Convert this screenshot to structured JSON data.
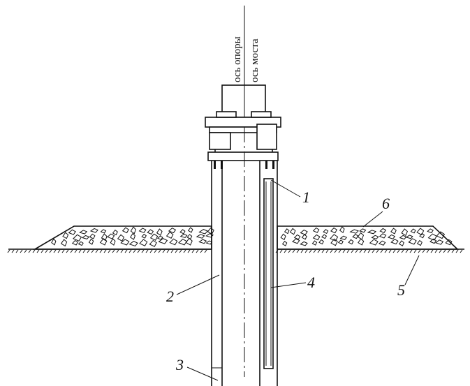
{
  "axes": {
    "support_axis": "ось опоры",
    "bridge_axis": "ось моста"
  },
  "callouts": [
    {
      "id": "1",
      "label": "1"
    },
    {
      "id": "2",
      "label": "2"
    },
    {
      "id": "3",
      "label": "3"
    },
    {
      "id": "4",
      "label": "4"
    },
    {
      "id": "5",
      "label": "5"
    },
    {
      "id": "6",
      "label": "6"
    }
  ],
  "colors": {
    "ink": "#111111",
    "background": "#ffffff"
  }
}
